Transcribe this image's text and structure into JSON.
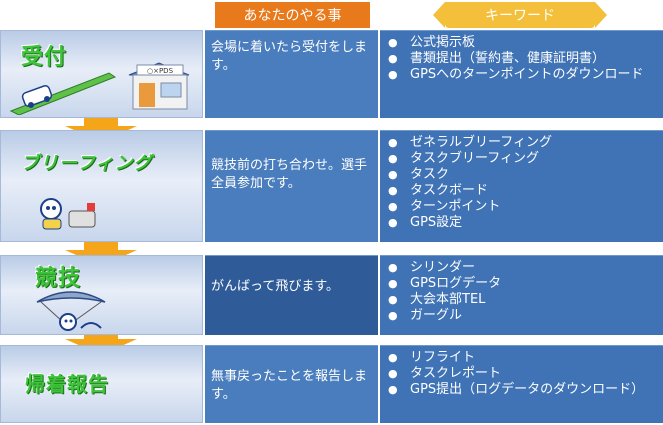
{
  "headers": {
    "you": "あなたのやる事",
    "keywords": "キーワード"
  },
  "stages": [
    {
      "title": "受付",
      "description": "会場に着いたら受付をします。",
      "keywords": [
        "公式掲示板",
        "書類提出（誓約書、健康証明書）",
        "GPSへのターンポイントのダウンロード"
      ]
    },
    {
      "title": "ブリーフィング",
      "description": "競技前の打ち合わせ。選手全員参加です。",
      "keywords": [
        "ゼネラルブリーフィング",
        "タスクブリーフィング",
        "タスク",
        "タスクボード",
        "ターンポイント",
        "GPS設定"
      ]
    },
    {
      "title": "競技",
      "description": "がんばって飛びます。",
      "keywords": [
        "シリンダー",
        "GPSログデータ",
        "大会本部TEL",
        "ガーグル"
      ]
    },
    {
      "title": "帰着報告",
      "description": "無事戻ったことを報告します。",
      "keywords": [
        "リフライト",
        "タスクレポート",
        "GPS提出（ログデータのダウンロード）"
      ]
    }
  ],
  "illustrations": {
    "shop_sign": "○×PDS"
  },
  "colors": {
    "header_orange": "#e87a1c",
    "header_yellow": "#f4bf3a",
    "desc_blue": "#4a7dbd",
    "kw_blue": "#3f73b5",
    "arrow": "#f4a51a",
    "title_green": "#3ec43b"
  }
}
